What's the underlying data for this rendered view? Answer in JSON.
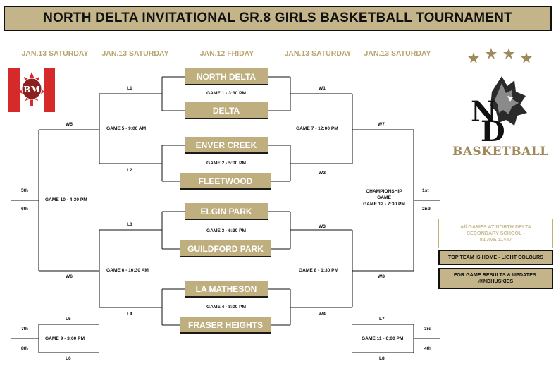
{
  "title": "NORTH DELTA INVITATIONAL GR.8 GIRLS BASKETBALL TOURNAMENT",
  "dates": [
    "JAN.13 SATURDAY",
    "JAN.13 SATURDAY",
    "JAN.12 FRIDAY",
    "JAN.13 SATURDAY",
    "JAN.13 SATURDAY"
  ],
  "teams": [
    "NORTH DELTA",
    "DELTA",
    "ENVER CREEK",
    "FLEETWOOD",
    "ELGIN PARK",
    "GUILDFORD PARK",
    "LA MATHESON",
    "FRASER HEIGHTS"
  ],
  "games": {
    "g1": "GAME 1 - 3:30 PM",
    "g2": "GAME 2 - 5:00 PM",
    "g3": "GAME 3 - 6:30 PM",
    "g4": "GAME 4 - 8:00 PM",
    "g5": "GAME 5 - 9:00 AM",
    "g6": "GAME 6 - 10:30 AM",
    "g7": "GAME 7 - 12:00 PM",
    "g8": "GAME 8 - 1:30 PM",
    "g9": "GAME 9 - 3:00 PM",
    "g10": "GAME 10 - 4:30 PM",
    "g11": "GAME 11 - 6:00 PM",
    "g12_line1": "CHAMPIONSHIP",
    "g12_line2": "GAME",
    "g12_line3": "GAME 12 - 7:30 PM"
  },
  "slots": {
    "l1": "L1",
    "l2": "L2",
    "l3": "L3",
    "l4": "L4",
    "l5": "L5",
    "l6": "L6",
    "l7": "L7",
    "l8": "L8",
    "w1": "W1",
    "w2": "W2",
    "w3": "W3",
    "w4": "W4",
    "w5": "W5",
    "w6": "W6",
    "w7": "W7",
    "w8": "W8"
  },
  "places": {
    "p1": "1st",
    "p2": "2nd",
    "p3": "3rd",
    "p4": "4th",
    "p5": "5th",
    "p6": "6th",
    "p7": "7th",
    "p8": "8th"
  },
  "info": {
    "venue_line1": "All GAMES AT NORTH DELTA",
    "venue_line2": "SECONDARY SCHOOL -",
    "venue_line3": "82 AVE 11447",
    "home_note": "TOP TEAM IS HOME - LIGHT COLOURS",
    "results_line1": "FOR GAME RESULTS & UPDATES:",
    "results_line2": "@NDHUSKIES"
  },
  "logo_left_text": "BM",
  "logo_right_text": "BASKETBALL",
  "colors": {
    "gold": "#bfae7e",
    "gold_text": "#b8a46d",
    "red": "#d62a2a"
  }
}
